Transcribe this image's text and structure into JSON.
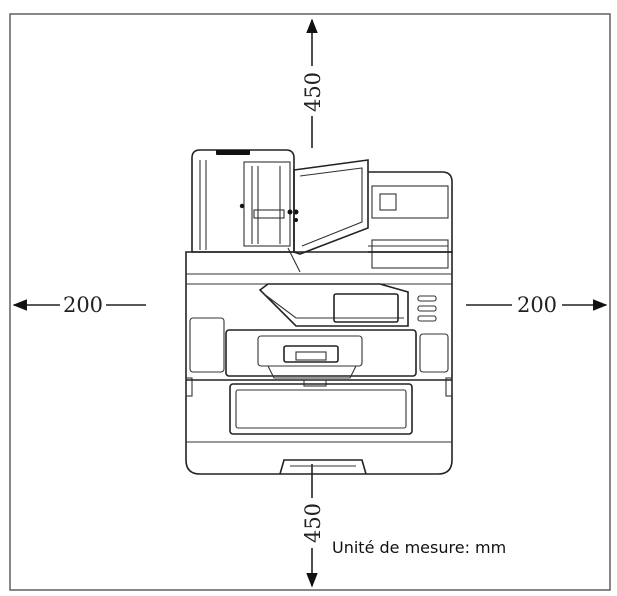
{
  "dimensions": {
    "top": "450",
    "bottom": "450",
    "left": "200",
    "right": "200"
  },
  "unit_note": "Unité de mesure: mm"
}
